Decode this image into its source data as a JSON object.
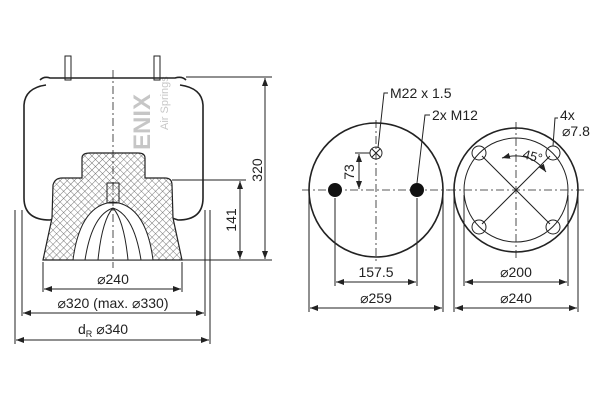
{
  "watermark": {
    "brand": "ENIX",
    "subtitle": "Air Springs"
  },
  "side_view": {
    "height_total": "320",
    "height_piston": "141",
    "piston_diameter": "⌀240",
    "bellows_diameter": "⌀320 (max. ⌀330)",
    "dr_label": "d",
    "dr_subscript": "R",
    "dr_value": "⌀340"
  },
  "top_view": {
    "thread_label": "M22 x 1.5",
    "studs_label": "2x M12",
    "offset": "73",
    "stud_spacing": "157.5",
    "diameter": "⌀259"
  },
  "bottom_view": {
    "holes_count": "4x",
    "holes_diameter": "⌀7.8",
    "angle": "45°",
    "bolt_circle": "⌀200",
    "diameter": "⌀240"
  }
}
